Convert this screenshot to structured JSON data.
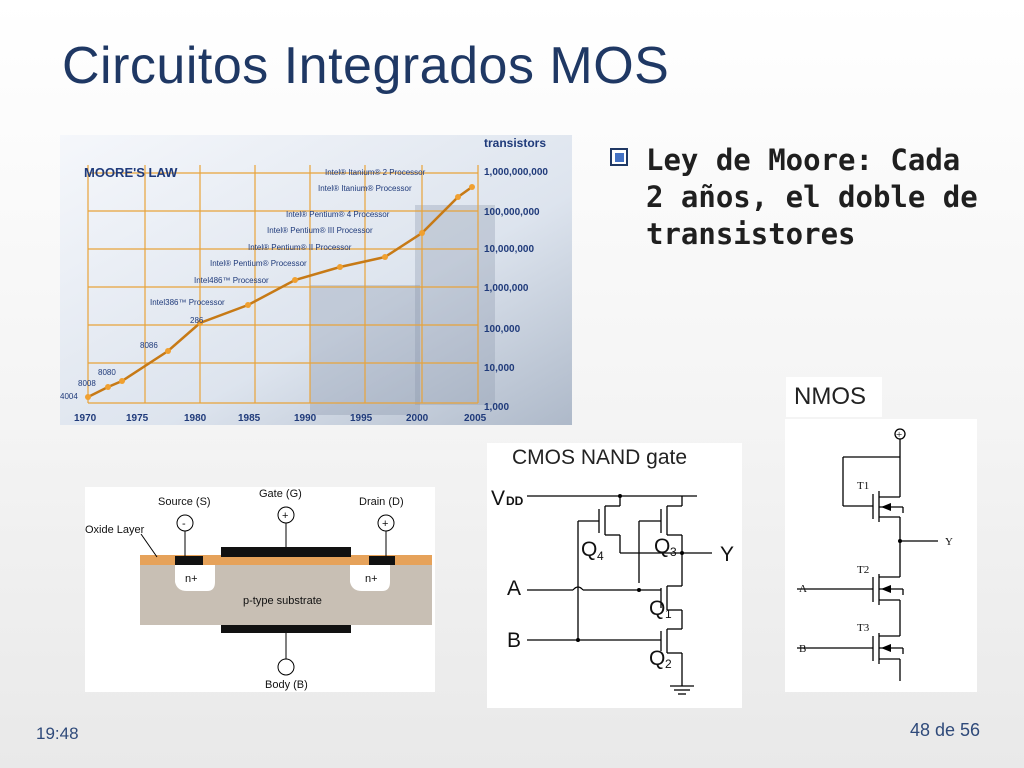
{
  "slide": {
    "title": "Circuitos Integrados MOS",
    "bullet": "Ley de Moore: Cada 2 años, el doble de transistores",
    "time": "19:48",
    "page": "48 de 56"
  },
  "moore": {
    "heading": "MOORE'S LAW",
    "y_header": "transistors",
    "y_ticks": [
      "1,000,000,000",
      "100,000,000",
      "10,000,000",
      "1,000,000",
      "100,000",
      "10,000",
      "1,000"
    ],
    "x_ticks": [
      "1970",
      "1975",
      "1980",
      "1985",
      "1990",
      "1995",
      "2000",
      "2005"
    ],
    "points": [
      "4004",
      "8008",
      "8080",
      "8086",
      "286",
      "Intel386™ Processor",
      "Intel486™ Processor",
      "Intel® Pentium® Processor",
      "Intel® Pentium® II Processor",
      "Intel® Pentium® III Processor",
      "Intel® Pentium® 4 Processor",
      "Intel® Itanium® Processor",
      "Intel® Itanium® 2 Processor"
    ]
  },
  "mos": {
    "source": "Source (S)",
    "gate": "Gate (G)",
    "drain": "Drain (D)",
    "oxide": "Oxide Layer",
    "n_left": "n+",
    "n_right": "n+",
    "substrate": "p-type substrate",
    "body": "Body (B)",
    "minus": "-",
    "plus_gate": "+",
    "plus_drain": "+"
  },
  "cmos": {
    "title": "CMOS  NAND gate",
    "vdd": "V",
    "vdd_sub": "DD",
    "q4": "Q",
    "q4_sub": "4",
    "q3": "Q",
    "q3_sub": "3",
    "q1": "Q",
    "q1_sub": "1",
    "q2": "Q",
    "q2_sub": "2",
    "a": "A",
    "b": "B",
    "y": "Y"
  },
  "nmos": {
    "tag": "NMOS",
    "t1": "T1",
    "t2": "T2",
    "t3": "T3",
    "a": "A",
    "b": "B",
    "y": "Y",
    "plus": "+"
  }
}
